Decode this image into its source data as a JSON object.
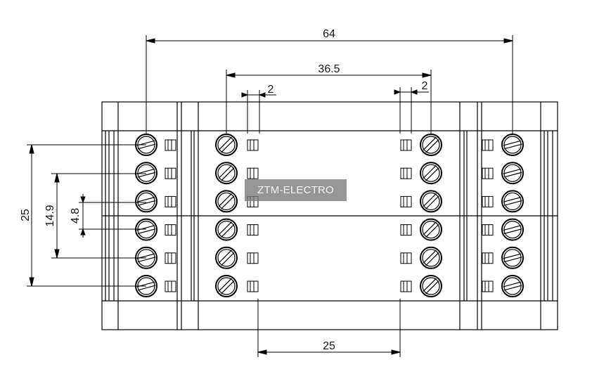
{
  "drawing": {
    "dimensions": {
      "overall_width": "64",
      "inner_width": "36.5",
      "gap_left": "2",
      "gap_right": "2",
      "bottom_width": "25",
      "height_total": "25",
      "height_mid": "14.9",
      "pitch": "4.8"
    },
    "watermark": "ZTM-ELECTRO",
    "terminal_rows": 6,
    "terminal_columns": 4,
    "line_color": "#000000"
  }
}
